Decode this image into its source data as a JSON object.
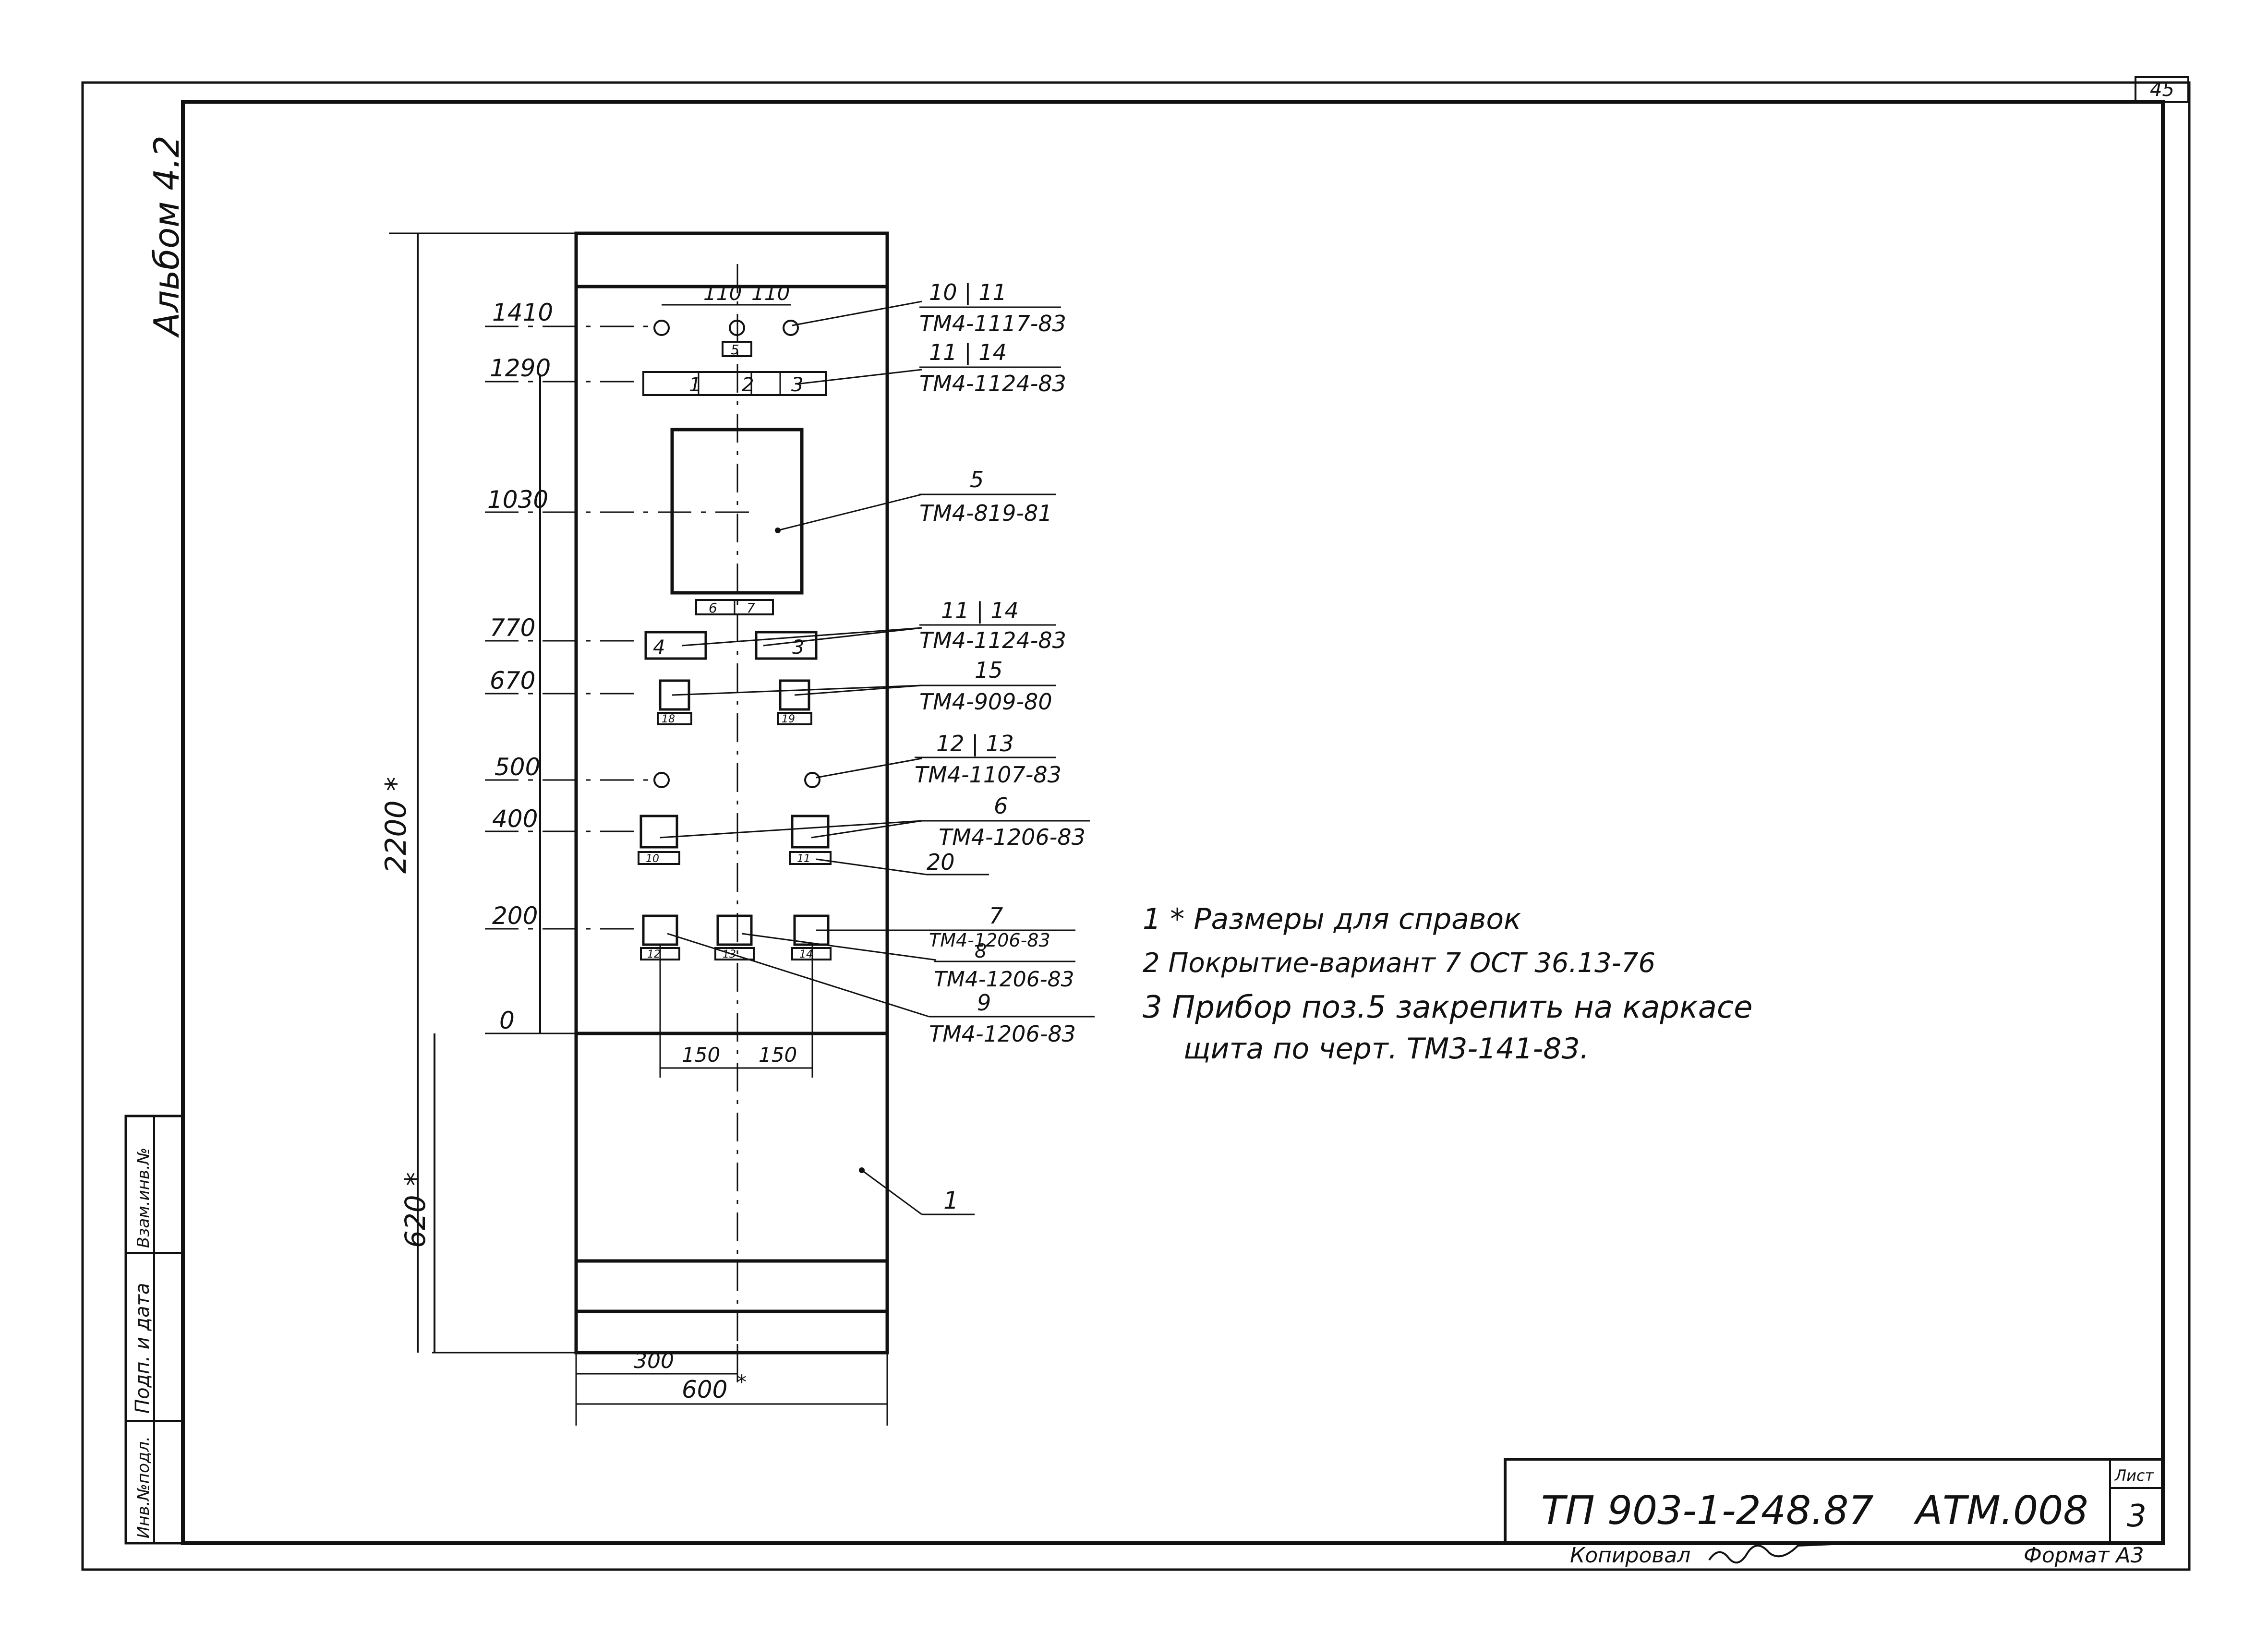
{
  "sheet": {
    "corner_number": "45",
    "album_label": "Альбом 4.2",
    "side_stamp": [
      "Инв.№подл.",
      "Подп. и дата",
      "Взам.инв.№"
    ],
    "title_block": {
      "doc_code": "ТП 903-1-248.87",
      "sheet_code": "АТМ.008",
      "sheet_label": "Лист",
      "sheet_number": "3",
      "copied_label": "Копировал",
      "format_label": "Формат А3"
    }
  },
  "drawing": {
    "levels": [
      "1410",
      "1290",
      "1030",
      "770",
      "670",
      "500",
      "400",
      "200",
      "0"
    ],
    "dim_total": "2200 *",
    "dim_base": "620 *",
    "dim_top_left": "110",
    "dim_top_right": "110",
    "dim_bottom_left": "150",
    "dim_bottom_right": "150",
    "dim_width_half": "300",
    "dim_width": "600",
    "dim_width_star": "*",
    "block_numbers_top": [
      "1",
      "2",
      "3"
    ],
    "block_numbers_mid": [
      "4",
      "3"
    ],
    "block_small_top": "5",
    "block_small_mid": [
      "6",
      "7"
    ],
    "block_small_row670": [
      "18",
      "19"
    ],
    "block_small_row400": [
      "10",
      "11"
    ],
    "block_small_row200": [
      "12",
      "13",
      "14"
    ],
    "callouts": [
      {
        "pos": "10 | 11",
        "code": "ТМ4-1117-83"
      },
      {
        "pos": "11 | 14",
        "code": "ТМ4-1124-83"
      },
      {
        "pos": "5",
        "code": "ТМ4-819-81"
      },
      {
        "pos": "11 | 14",
        "code": "ТМ4-1124-83"
      },
      {
        "pos": "15",
        "code": "ТМ4-909-80"
      },
      {
        "pos": "12 | 13",
        "code": "ТМ4-1107-83"
      },
      {
        "pos": "6",
        "code": "ТМ4-1206-83"
      },
      {
        "pos": "20",
        "code": ""
      },
      {
        "pos": "7",
        "code": "ТМ4-1206-83"
      },
      {
        "pos": "8",
        "code": "ТМ4-1206-83"
      },
      {
        "pos": "9",
        "code": "ТМ4-1206-83"
      },
      {
        "pos": "1",
        "code": ""
      }
    ],
    "notes": [
      "1 * Размеры для справок",
      "2  Покрытие-вариант 7 ОСТ 36.13-76",
      "3  Прибор поз.5 закрепить на каркасе",
      "щита по черт. ТМ3-141-83."
    ]
  }
}
